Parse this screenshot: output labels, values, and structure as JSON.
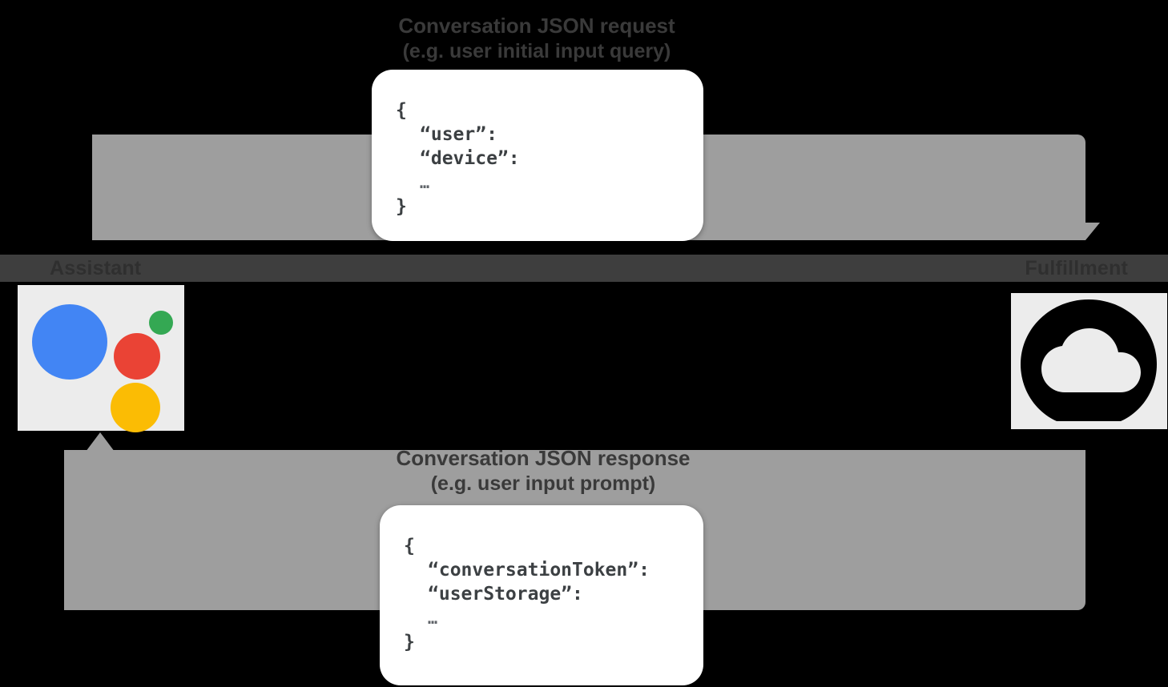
{
  "diagram": {
    "title": "Conversation request and response flow",
    "background_color": "#000000",
    "flow_color": "#9e9e9e",
    "band_color": "#3e3e3e"
  },
  "lanes": {
    "left_label": "Assistant",
    "right_label": "Fulfillment"
  },
  "captions": {
    "request": {
      "line1": "Conversation JSON request",
      "line2": "(e.g. user initial input query)"
    },
    "response": {
      "line1": "Conversation JSON response",
      "line2": "(e.g. user input prompt)"
    }
  },
  "payloads": {
    "request": {
      "open": "{",
      "keys": [
        "“user”:",
        "“device”:"
      ],
      "ellipsis": "…",
      "close": "}"
    },
    "response": {
      "open": "{",
      "keys": [
        "“conversationToken”:",
        "“userStorage”:"
      ],
      "ellipsis": "…",
      "close": "}"
    }
  },
  "icons": {
    "assistant": {
      "name": "google-assistant-icon",
      "tile_color": "#ececec",
      "colors": {
        "blue": "#4285f4",
        "red": "#ea4335",
        "green": "#34a853",
        "yellow": "#fbbc04"
      }
    },
    "cloud": {
      "name": "cloud-icon",
      "tile_color": "#ececec",
      "glyph_color": "#000000"
    }
  }
}
